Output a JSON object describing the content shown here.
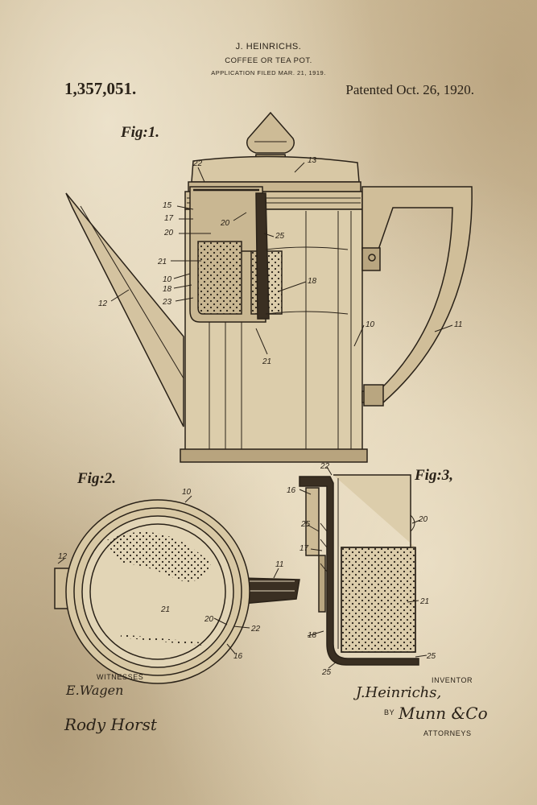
{
  "header": {
    "inventor": "J. HEINRICHS.",
    "title": "COFFEE OR TEA POT.",
    "filed": "APPLICATION FILED MAR. 21, 1919.",
    "patent_number": "1,357,051.",
    "patent_date": "Patented Oct. 26, 1920."
  },
  "figures": {
    "fig1": "Fig:1.",
    "fig2": "Fig:2.",
    "fig3": "Fig:3,"
  },
  "fig1_labels": {
    "l22": "22",
    "l13": "13",
    "l15": "15",
    "l17": "17",
    "l20a": "20",
    "l20b": "20",
    "l25": "25",
    "l21a": "21",
    "l10a": "10",
    "l18a": "18",
    "l23": "23",
    "l18b": "18",
    "l12": "12",
    "l10b": "10",
    "l11": "11",
    "l21b": "21"
  },
  "fig2_labels": {
    "l10": "10",
    "l12": "12",
    "l11": "11",
    "l21": "21",
    "l20": "20",
    "l22": "22",
    "l16": "16"
  },
  "fig3_labels": {
    "l22": "22",
    "l16": "16",
    "l20": "20",
    "l25a": "25",
    "l17": "17",
    "l21": "21",
    "l18": "18",
    "l25b": "25",
    "l25c": "25"
  },
  "signatures": {
    "witnesses_label": "WITNESSES",
    "witness1": "E.Wagen",
    "witness2": "Rody Horst",
    "inventor_label": "INVENTOR",
    "inventor_signature": "J.Heinrichs,",
    "by_label": "BY",
    "attorney_signature": "Munn &Co",
    "attorneys_label": "ATTORNEYS"
  }
}
